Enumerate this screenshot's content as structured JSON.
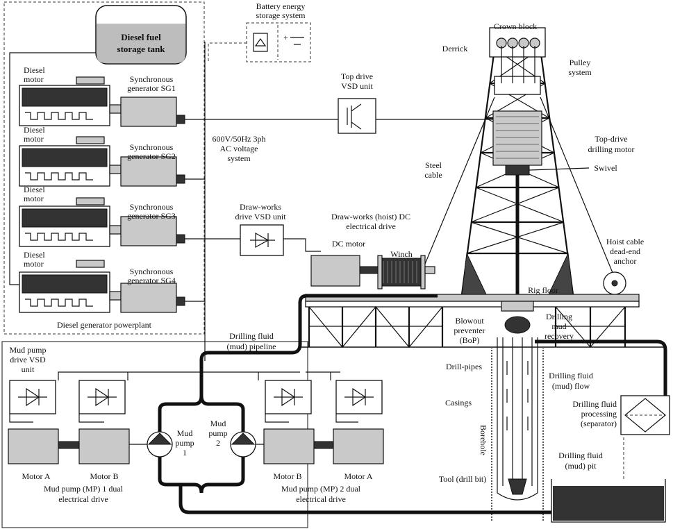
{
  "labels": {
    "diesel_fuel_tank_1": "Diesel fuel",
    "diesel_fuel_tank_2": "storage tank",
    "diesel_motor_1": "Diesel",
    "diesel_motor_2": "motor",
    "sg1_1": "Synchronous",
    "sg1_2": "generator SG1",
    "sg2_1": "Synchronous",
    "sg2_2": "generator SG2",
    "sg3_1": "Synchronous",
    "sg3_2": "generator SG3",
    "sg4_1": "Synchronous",
    "sg4_2": "generator SG4",
    "powerplant": "Diesel generator powerplant",
    "battery_1": "Battery energy",
    "battery_2": "storage system",
    "ac_system_1": "600V/50Hz 3ph",
    "ac_system_2": "AC voltage",
    "ac_system_3": "system",
    "top_drive_vsd_1": "Top drive",
    "top_drive_vsd_2": "VSD unit",
    "drawworks_vsd_1": "Draw-works",
    "drawworks_vsd_2": "drive VSD unit",
    "drawworks_drive_1": "Draw-works (hoist) DC",
    "drawworks_drive_2": "electrical drive",
    "dc_motor": "DC motor",
    "winch": "Winch",
    "crown_block": "Crown block",
    "derrick": "Derrick",
    "pulley_1": "Pulley",
    "pulley_2": "system",
    "top_drive_motor_1": "Top-drive",
    "top_drive_motor_2": "drilling motor",
    "swivel": "Swivel",
    "steel_cable_1": "Steel",
    "steel_cable_2": "cable",
    "hoist_anchor_1": "Hoist cable",
    "hoist_anchor_2": "dead-end",
    "hoist_anchor_3": "anchor",
    "rig_floor": "Rig floor",
    "bop_1": "Blowout",
    "bop_2": "preventer",
    "bop_3": "(BoP)",
    "mud_recovery_1": "Drilling",
    "mud_recovery_2": "mud",
    "mud_recovery_3": "recovery",
    "mud_pipeline_1": "Drilling fluid",
    "mud_pipeline_2": "(mud) pipeline",
    "mud_pump_vsd_1": "Mud pump",
    "mud_pump_vsd_2": "drive VSD",
    "mud_pump_vsd_3": "unit",
    "drill_pipes": "Drill-pipes",
    "casings": "Casings",
    "borehole": "Borehole",
    "tool": "Tool (drill bit)",
    "mud_flow_1": "Drilling fluid",
    "mud_flow_2": "(mud) flow",
    "processing_1": "Drilling fluid",
    "processing_2": "processing",
    "processing_3": "(separator)",
    "mud_pit_1": "Drilling fluid",
    "mud_pit_2": "(mud) pit",
    "mud_pump1_1": "Mud",
    "mud_pump1_2": "pump",
    "mud_pump1_3": "1",
    "mud_pump2_1": "Mud",
    "mud_pump2_2": "pump",
    "mud_pump2_3": "2",
    "motor_a_left": "Motor A",
    "motor_b_left": "Motor B",
    "motor_b_right": "Motor B",
    "motor_a_right": "Motor A",
    "mp1_drive_1": "Mud pump (MP) 1 dual",
    "mp1_drive_2": "electrical drive",
    "mp2_drive_1": "Mud pump (MP) 2 dual",
    "mp2_drive_2": "electrical drive"
  }
}
